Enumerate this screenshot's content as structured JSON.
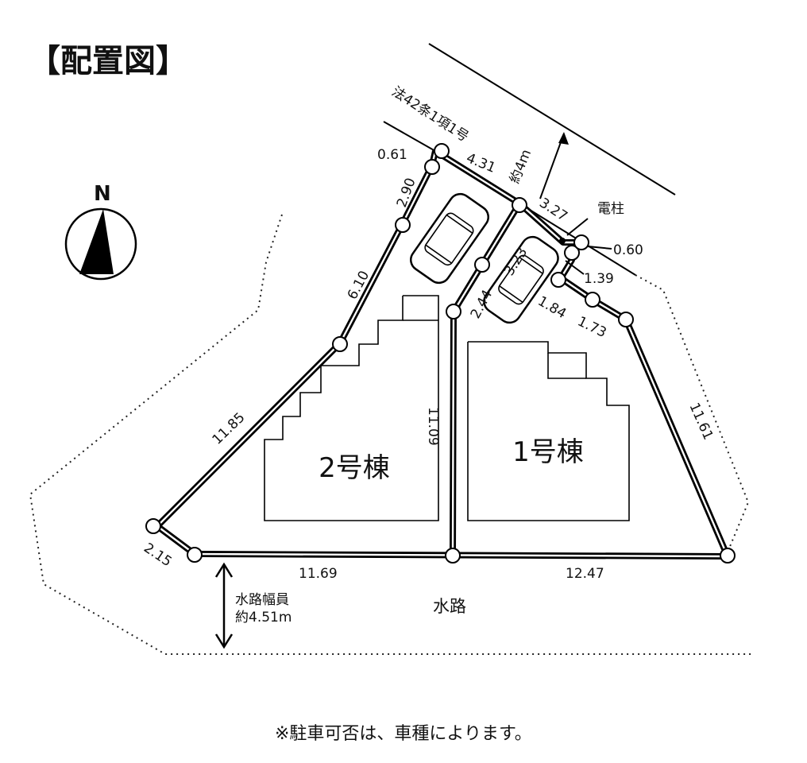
{
  "title": "【配置図】",
  "north_label": "N",
  "road_label": "法42条1項1号",
  "road_width": "約4m",
  "pole_label": "電柱",
  "buildings": [
    {
      "name": "2号棟"
    },
    {
      "name": "1号棟"
    }
  ],
  "waterway_label": "水路",
  "waterway_width_line1": "水路幅員",
  "waterway_width_line2": "約4.51m",
  "dimensions": {
    "d0_61": "0.61",
    "d2_90": "2.90",
    "d4_31": "4.31",
    "d6_10": "6.10",
    "d11_85": "11.85",
    "d2_15": "2.15",
    "d11_69": "11.69",
    "d12_47": "12.47",
    "d11_61": "11.61",
    "d1_73": "1.73",
    "d1_84": "1.84",
    "d1_39": "1.39",
    "d0_60": "0.60",
    "d3_27": "3.27",
    "d3_23": "3.23",
    "d2_44": "2.44",
    "d11_09": "11.09"
  },
  "footnote": "※駐車可否は、車種によります。"
}
